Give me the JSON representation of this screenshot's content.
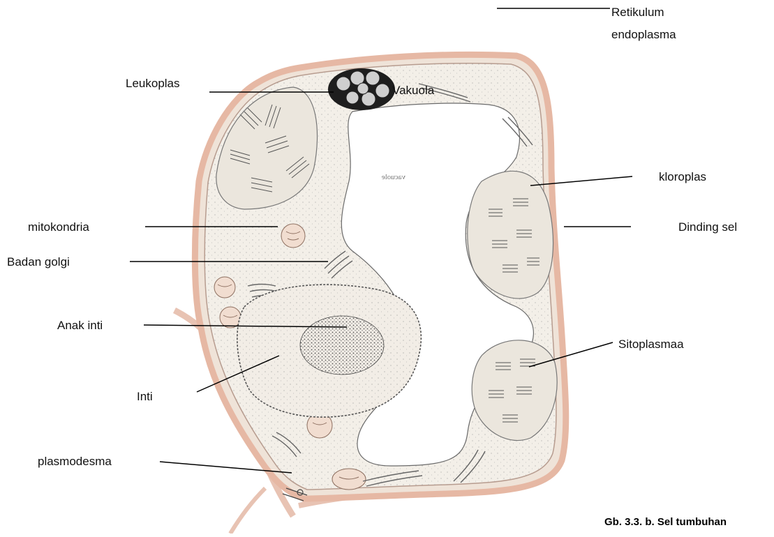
{
  "diagram": {
    "labels": {
      "retikulum_line1": "Retikulum",
      "retikulum_line2": "endoplasma",
      "leukoplas": "Leukoplas",
      "vakuola": "Vakuola",
      "kloroplas": "kloroplas",
      "mitokondria": "mitokondria",
      "dinding_sel": "Dinding sel",
      "badan_golgi": "Badan golgi",
      "anak_inti": "Anak inti",
      "sitoplasma": "Sitoplasmaa",
      "inti": "Inti",
      "plasmodesma": "plasmodesma",
      "vacuole_mirrored": "vacuole"
    },
    "caption": "Gb. 3.3. b. Sel  tumbuhan"
  }
}
